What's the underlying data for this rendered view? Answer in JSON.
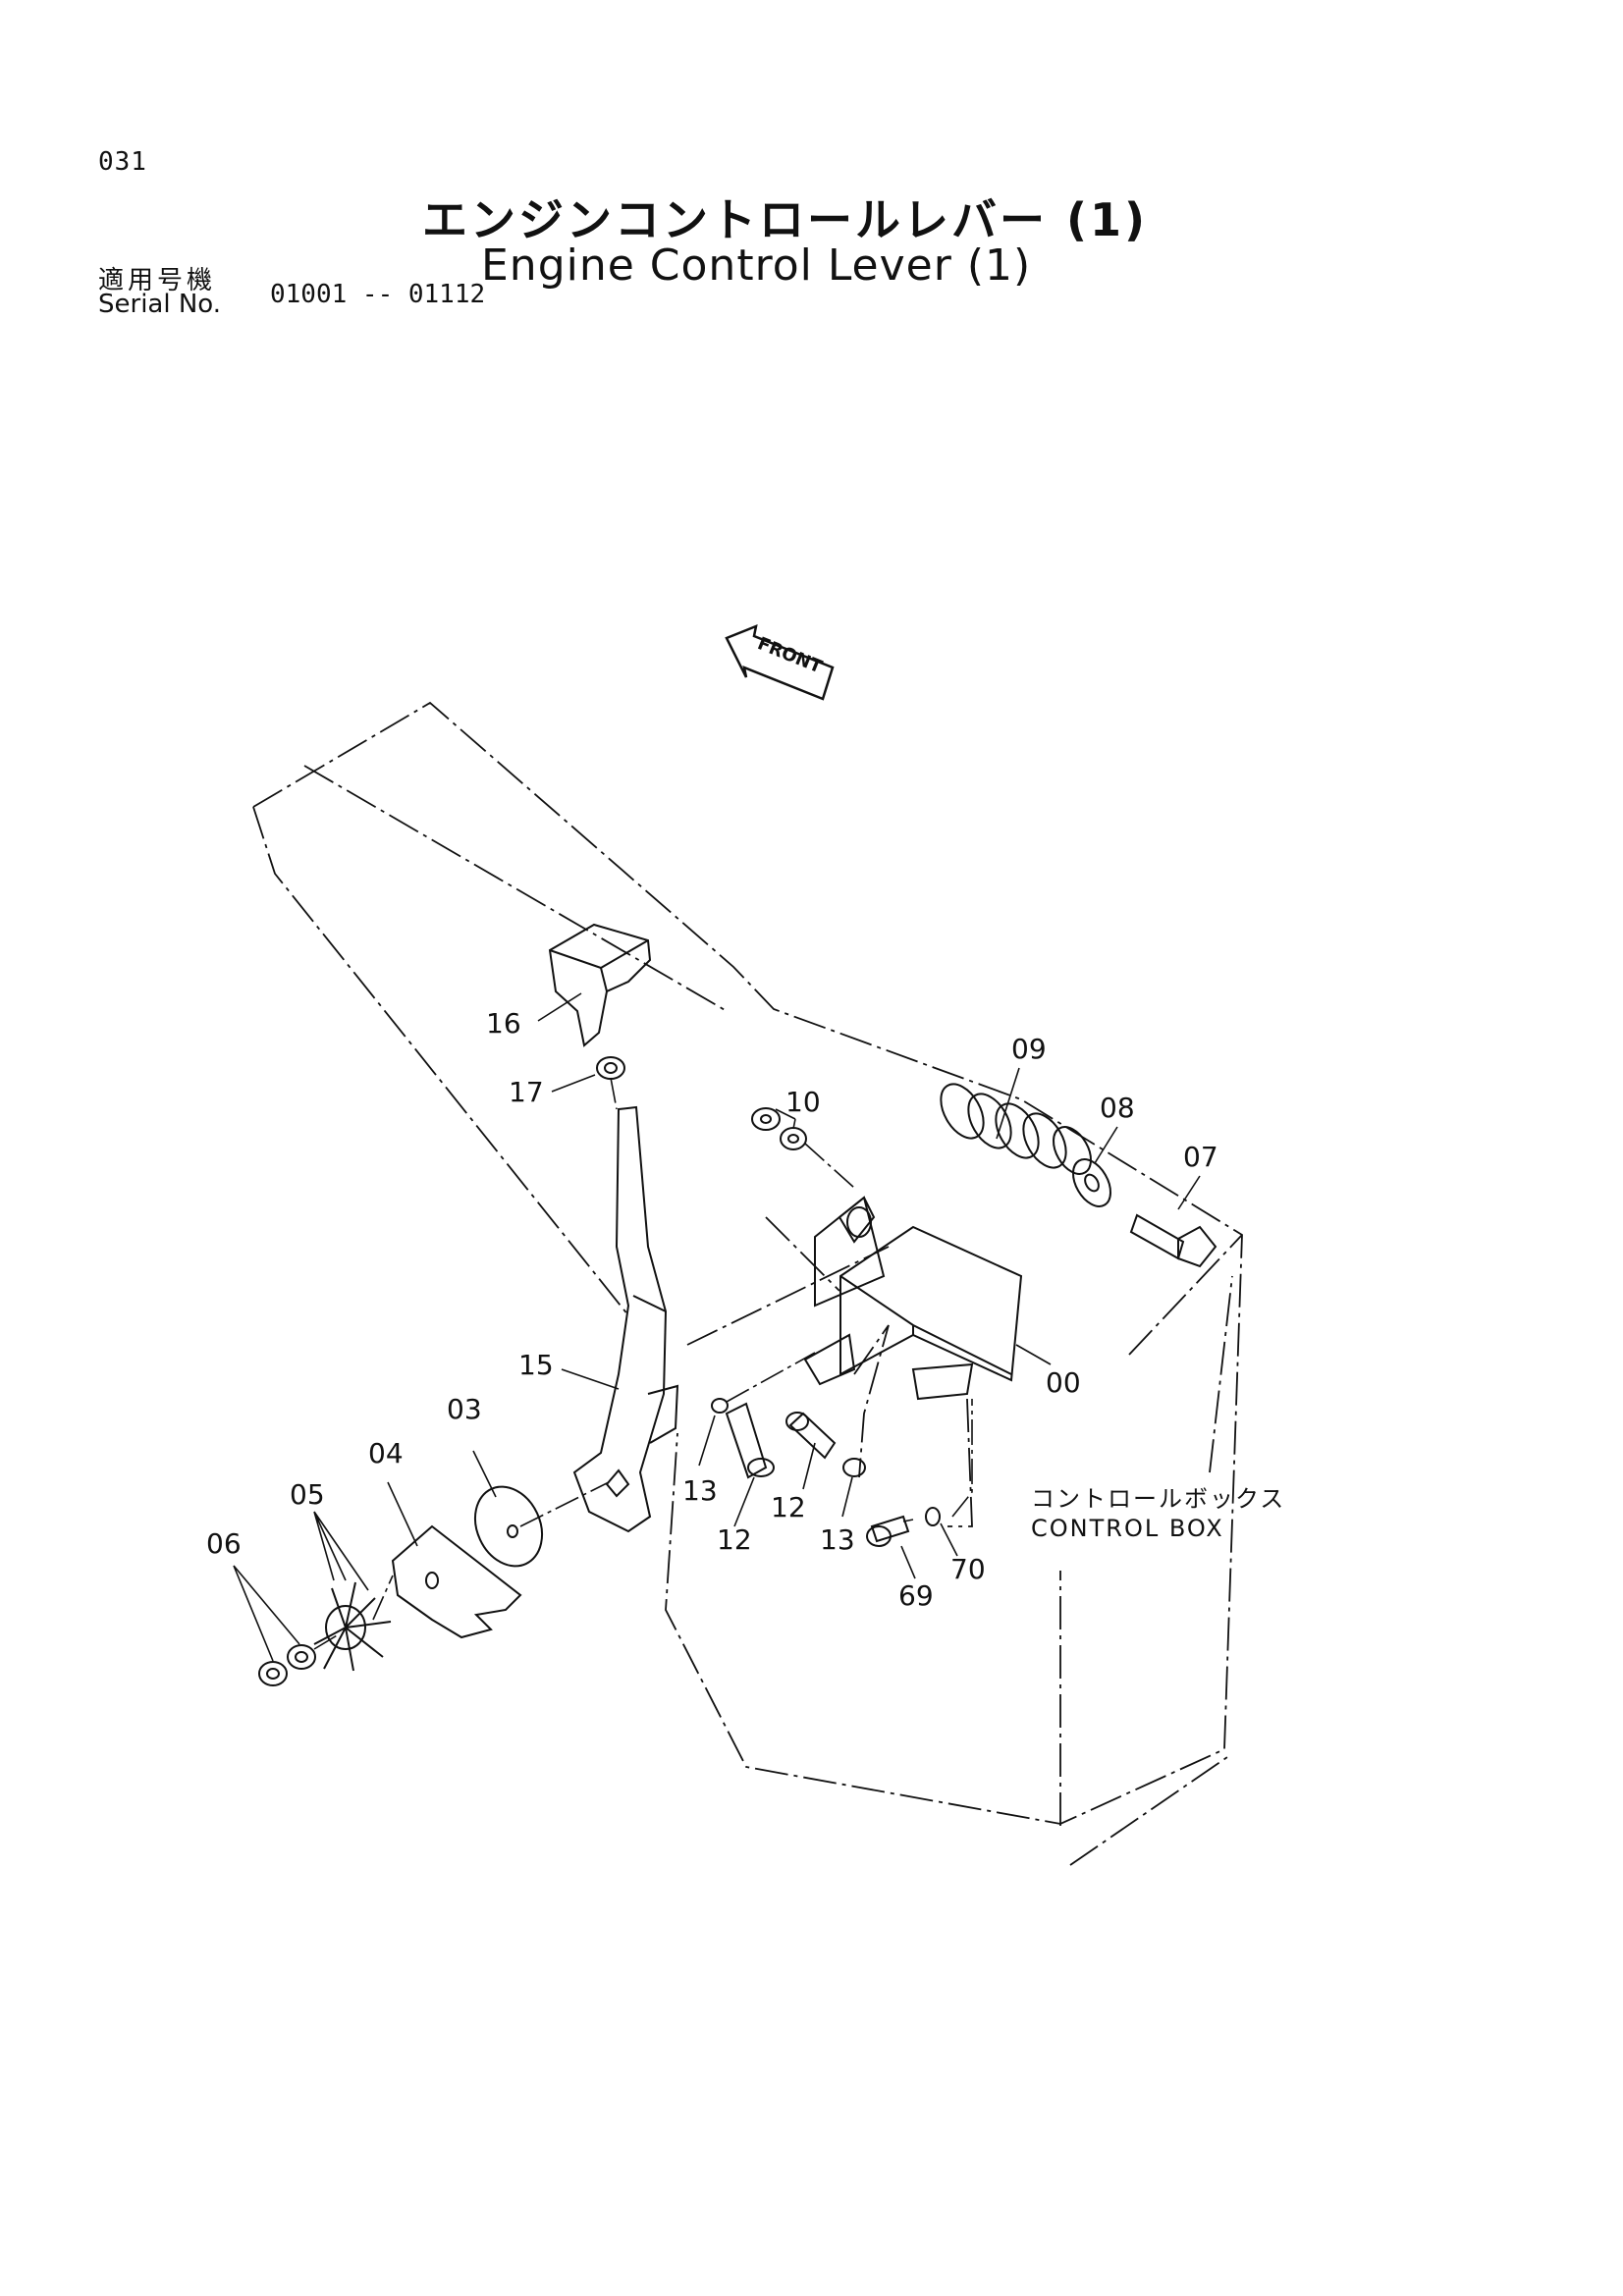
{
  "header": {
    "page_number": "031",
    "title_jp": "エンジンコントロールレバー (1)",
    "title_en": "Engine Control Lever (1)",
    "serial_label_jp": "適用号機",
    "serial_label_en": "Serial No.",
    "serial_range": "01001 -- 01112"
  },
  "diagram": {
    "front_arrow_label": "FRONT",
    "control_box_label_jp": "コントロールボックス",
    "control_box_label_en": "CONTROL BOX",
    "callouts": {
      "c00": "00",
      "c03": "03",
      "c04": "04",
      "c05": "05",
      "c06": "06",
      "c07": "07",
      "c08": "08",
      "c09": "09",
      "c10": "10",
      "c12a": "12",
      "c12b": "12",
      "c13a": "13",
      "c13b": "13",
      "c15": "15",
      "c16": "16",
      "c17": "17",
      "c69": "69",
      "c70": "70"
    }
  }
}
